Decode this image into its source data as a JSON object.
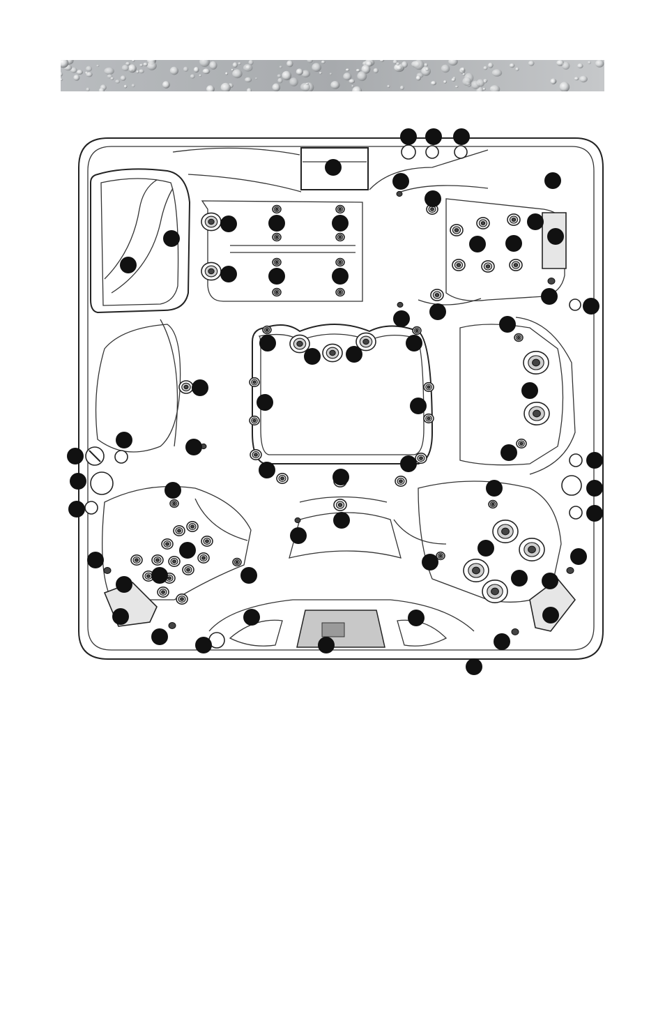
{
  "banner": {
    "style": "water-droplets",
    "colors": [
      "#8a8d90",
      "#c9cbcd",
      "#f2f3f4"
    ]
  },
  "diagram": {
    "subject": "hot-tub-top-view",
    "line_color": "#222222",
    "callout_color": "#111111",
    "callout_count": 66
  }
}
